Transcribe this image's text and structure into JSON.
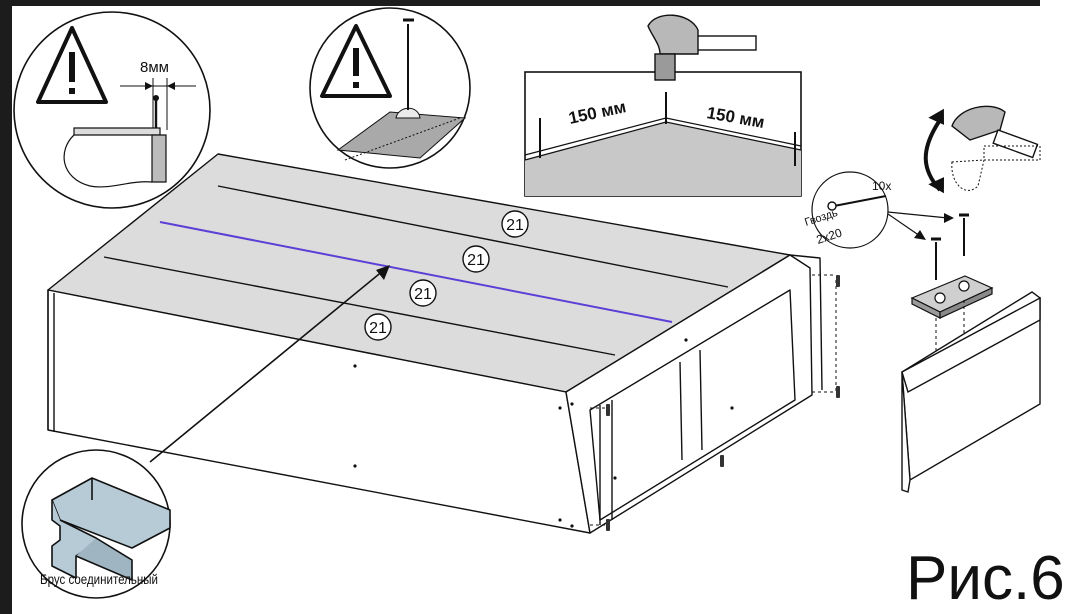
{
  "callouts": {
    "gap_label": "8мм",
    "spacing_left": "150 мм",
    "spacing_right": "150 мм",
    "nail_count": "10x",
    "nail_name": "Гвоздь",
    "nail_size": "2x20",
    "connector_label": "Брус соединительный"
  },
  "parts": [
    {
      "number": "21"
    },
    {
      "number": "21"
    },
    {
      "number": "21"
    },
    {
      "number": "21"
    }
  ],
  "figure_label": "Рис.6"
}
